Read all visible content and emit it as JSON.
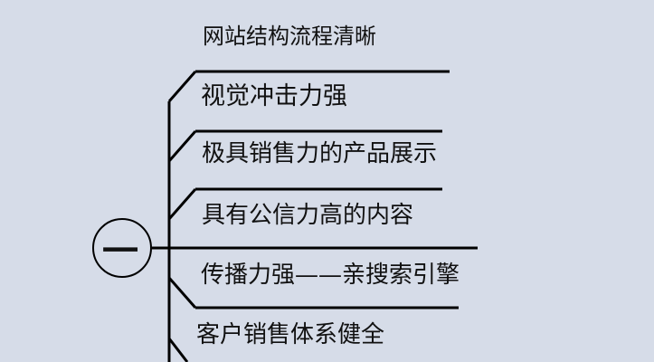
{
  "colors": {
    "background": "#d6dce8",
    "line": "#000000",
    "text": "#111111"
  },
  "node": {
    "label": "一"
  },
  "branches": [
    {
      "label": "网站结构流程清晰"
    },
    {
      "label": "视觉冲击力强"
    },
    {
      "label": "极具销售力的产品展示"
    },
    {
      "label": "具有公信力高的内容"
    },
    {
      "label": "传播力强——亲搜索引擎"
    },
    {
      "label": "客户销售体系健全"
    }
  ]
}
